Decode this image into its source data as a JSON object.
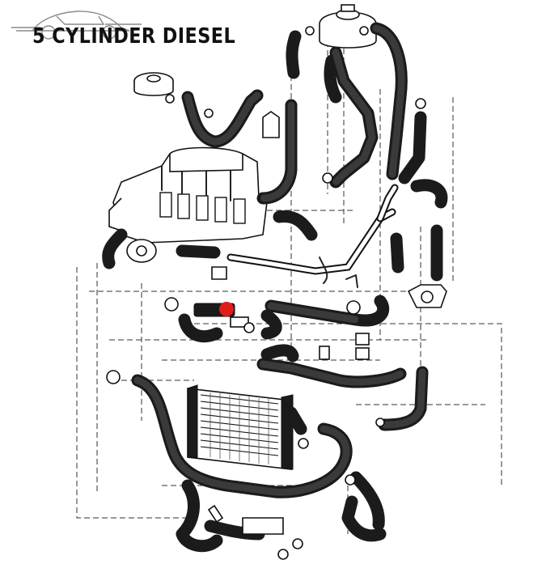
{
  "title": "5 CYLINDER DIESEL",
  "logo": {
    "type": "car-silhouette-logo"
  },
  "marker": {
    "color": "#e21b1b",
    "meaning": "highlighted-part"
  },
  "colors": {
    "line": "#1b1b1b",
    "background": "#ffffff"
  }
}
